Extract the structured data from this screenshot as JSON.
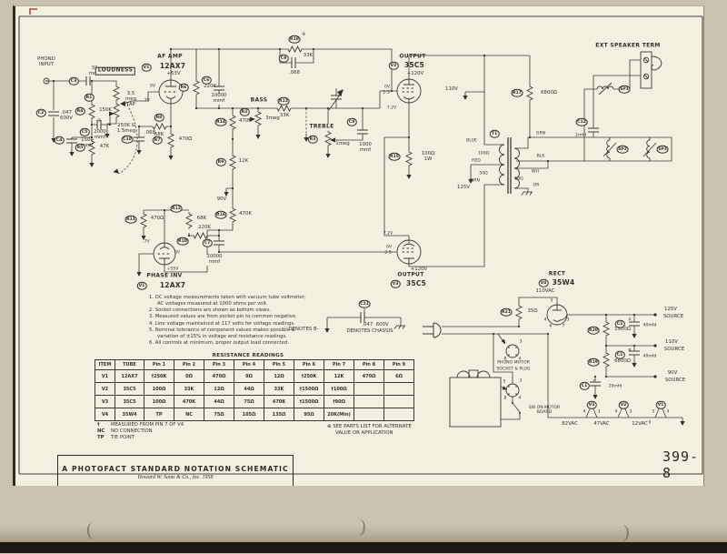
{
  "footer": {
    "title": "A PHOTOFACT STANDARD NOTATION SCHEMATIC",
    "subtitle": "Howard W. Sams & Co., Inc. 1958",
    "part_number": "399-8"
  },
  "notes": [
    "1.  DC voltage measurements taken with vacuum tube voltmeter; AC voltages measured at 1000 ohms per volt.",
    "2.  Socket connections are shown as bottom views.",
    "3.  Measured values are from socket pin to common negative.",
    "4.  Line voltage maintained at 117 volts for voltage readings.",
    "5.  Nominal tolerance of component values makes possible a variation of ±15% in voltage and resistance readings.",
    "6.  All controls at minimum, proper output load connected."
  ],
  "table": {
    "title": "RESISTANCE READINGS",
    "headers": [
      "ITEM",
      "TUBE",
      "Pin 1",
      "Pin 2",
      "Pin 3",
      "Pin 4",
      "Pin 5",
      "Pin 6",
      "Pin 7",
      "Pin 8",
      "Pin 9"
    ],
    "rows": [
      {
        "item": "V1",
        "tube": "12AX7",
        "pins": [
          "†250K",
          "0Ω",
          "470Ω",
          "0Ω",
          "12Ω",
          "†250K",
          "12K",
          "470Ω",
          "6Ω"
        ]
      },
      {
        "item": "V2",
        "tube": "35C5",
        "pins": [
          "100Ω",
          "33K",
          "12Ω",
          "44Ω",
          "33K",
          "†1500Ω",
          "†100Ω",
          "",
          ""
        ]
      },
      {
        "item": "V3",
        "tube": "35C5",
        "pins": [
          "100Ω",
          "470K",
          "44Ω",
          "75Ω",
          "470K",
          "†1500Ω",
          "†90Ω",
          "",
          ""
        ]
      },
      {
        "item": "V4",
        "tube": "35W4",
        "pins": [
          "TP",
          "NC",
          "75Ω",
          "105Ω",
          "135Ω",
          "95Ω",
          "20K(Min)",
          "",
          ""
        ]
      }
    ],
    "footnotes": [
      [
        "†",
        "MEASURED FROM PIN 7 OF V4"
      ],
      [
        "NC",
        "NO CONNECTION"
      ],
      [
        "TP",
        "TIE POINT"
      ]
    ]
  },
  "labels": [
    [
      "PHONO\nINPUT",
      48,
      68,
      "xs"
    ],
    [
      "33\nmmf",
      101,
      78,
      "xs"
    ],
    [
      "LOUDNESS",
      124,
      77,
      "s box"
    ],
    [
      "3.5\nmeg\nTAP",
      141,
      109,
      "xs"
    ],
    [
      "⊕",
      106,
      132,
      "t"
    ],
    [
      "250K &\n1.5meg",
      136,
      141,
      "xs"
    ],
    [
      ".047\n600V",
      70,
      127,
      "xs"
    ],
    [
      "150K",
      113,
      121,
      "xs"
    ],
    [
      "2000\nmmf",
      107,
      148,
      "xs"
    ],
    [
      "1500\nmmf",
      93,
      157,
      "xs"
    ],
    [
      "47K",
      112,
      161,
      "xs"
    ],
    [
      "AF AMP",
      184,
      62,
      "s"
    ],
    [
      "12AX7",
      187,
      72,
      "b"
    ],
    [
      "+53V",
      188,
      81,
      "xs"
    ],
    [
      "0V",
      165,
      94,
      "t"
    ],
    [
      ".7V",
      158,
      110,
      "t"
    ],
    [
      "220K",
      228,
      95,
      "xs"
    ],
    [
      "10000\nmmf",
      238,
      108,
      "xs bg"
    ],
    [
      "68K",
      172,
      148,
      "xs"
    ],
    [
      ".068",
      162,
      146,
      "xs"
    ],
    [
      "470Ω",
      201,
      153,
      "xs"
    ],
    [
      "470Ω",
      170,
      240,
      "xs"
    ],
    [
      "68K",
      219,
      240,
      "xs"
    ],
    [
      "220K",
      222,
      250,
      "xs"
    ],
    [
      "90V",
      241,
      219,
      "xs"
    ],
    [
      "12K",
      265,
      177,
      "xs"
    ],
    [
      "470K",
      267,
      133,
      "xs"
    ],
    [
      "470K",
      267,
      235,
      "xs"
    ],
    [
      "10000\nmmf",
      233,
      285,
      "xs bg"
    ],
    [
      ".7V",
      158,
      265,
      "t"
    ],
    [
      "0V",
      192,
      277,
      "t"
    ],
    [
      "+55V",
      187,
      295,
      "t"
    ],
    [
      "PHASE INV",
      178,
      303,
      "s"
    ],
    [
      "12AX7",
      187,
      313,
      "b"
    ],
    [
      "⊕",
      331,
      37,
      "t"
    ],
    [
      "33K",
      336,
      61,
      "xs"
    ],
    [
      ".068",
      321,
      80,
      "xs"
    ],
    [
      "BASS",
      282,
      110,
      "s"
    ],
    [
      "3meg",
      297,
      130,
      "xs"
    ],
    [
      "33K",
      310,
      127,
      "xs bg"
    ],
    [
      "TREBLE",
      351,
      139,
      "s bg"
    ],
    [
      "1meg",
      374,
      158,
      "xs"
    ],
    [
      "1000\nmmf",
      399,
      162,
      "xs"
    ],
    [
      "OUTPUT",
      451,
      62,
      "s"
    ],
    [
      "35C5",
      453,
      71,
      "b"
    ],
    [
      "+120V",
      454,
      81,
      "xs"
    ],
    [
      "0V",
      423,
      95,
      "t"
    ],
    [
      "2-5",
      422,
      101,
      "t"
    ],
    [
      "7.2V",
      428,
      118,
      "t"
    ],
    [
      "110V",
      494,
      98,
      "xs"
    ],
    [
      "100Ω\n1W",
      468,
      172,
      "xs"
    ],
    [
      "7.2V",
      424,
      256,
      "t"
    ],
    [
      "0V",
      425,
      271,
      "t"
    ],
    [
      "2-5",
      424,
      277,
      "t"
    ],
    [
      "+120V",
      458,
      296,
      "xs bg"
    ],
    [
      "OUTPUT",
      449,
      302,
      "s"
    ],
    [
      "35C5",
      455,
      311,
      "b"
    ],
    [
      "6800Ω",
      601,
      102,
      "xs"
    ],
    [
      "BLUE",
      516,
      154,
      "t"
    ],
    [
      "100Ω",
      529,
      168,
      "t"
    ],
    [
      "RED",
      521,
      176,
      "t"
    ],
    [
      "50Ω",
      529,
      190,
      "t"
    ],
    [
      "BRN",
      520,
      198,
      "t"
    ],
    [
      "125V",
      507,
      206,
      "xs"
    ],
    [
      "GRN",
      592,
      146,
      "t"
    ],
    [
      "BLK",
      592,
      171,
      "t"
    ],
    [
      "WH",
      586,
      188,
      "t"
    ],
    [
      "10Ω",
      568,
      196,
      "t"
    ],
    [
      "OR",
      587,
      203,
      "t"
    ],
    [
      "EXT SPEAKER TERM",
      688,
      50,
      "s"
    ],
    [
      "2mfd",
      636,
      148,
      "t"
    ],
    [
      "RECT",
      610,
      301,
      "s"
    ],
    [
      "35W4",
      617,
      310,
      "b"
    ],
    [
      "110VAC",
      597,
      320,
      "xs"
    ],
    [
      "35Ω",
      583,
      342,
      "xs"
    ],
    [
      "1500Ω",
      682,
      362,
      "xs"
    ],
    [
      "6800Ω",
      682,
      397,
      "xs"
    ],
    [
      "40mfd",
      712,
      357,
      "t"
    ],
    [
      "40mfd",
      712,
      391,
      "t"
    ],
    [
      "20mfd",
      674,
      424,
      "t"
    ],
    [
      "A",
      690,
      351,
      "t"
    ],
    [
      "B",
      690,
      385,
      "t"
    ],
    [
      "C",
      651,
      419,
      "t"
    ],
    [
      "125V",
      735,
      340,
      "xs"
    ],
    [
      "SOURCE",
      738,
      348,
      "xs"
    ],
    [
      "110V",
      736,
      376,
      "xs"
    ],
    [
      "SOURCE",
      739,
      384,
      "xs"
    ],
    [
      "90V",
      737,
      410,
      "xs"
    ],
    [
      "SOURCE",
      740,
      418,
      "xs"
    ],
    [
      "82VAC",
      624,
      466,
      "xs"
    ],
    [
      "47VAC",
      659,
      466,
      "xs"
    ],
    [
      "12VAC",
      701,
      466,
      "xs"
    ],
    [
      "4",
      640,
      452,
      "t"
    ],
    [
      "3",
      656,
      452,
      "t"
    ],
    [
      "4",
      675,
      452,
      "t"
    ],
    [
      "3",
      691,
      452,
      "t"
    ],
    [
      "5",
      716,
      452,
      "t"
    ],
    [
      "4",
      732,
      452,
      "t"
    ],
    [
      "9",
      712,
      464,
      "t"
    ],
    [
      "5",
      604,
      330,
      "t"
    ],
    [
      "4",
      597,
      351,
      "t"
    ],
    [
      "6",
      603,
      358,
      "t"
    ],
    [
      "3",
      622,
      351,
      "t"
    ],
    [
      "7",
      617,
      358,
      "t"
    ],
    [
      "PHONO MOTOR",
      562,
      398,
      "t"
    ],
    [
      "SOCKET & PLUG",
      562,
      405,
      "t"
    ],
    [
      "SW ON MOTOR\nBOARD",
      596,
      450,
      "t"
    ],
    [
      "5",
      552,
      376,
      "t"
    ],
    [
      "3",
      570,
      375,
      "t"
    ],
    [
      "8",
      553,
      394,
      "t"
    ],
    [
      "4",
      569,
      394,
      "t"
    ],
    [
      "5",
      552,
      419,
      "t"
    ],
    [
      "3",
      570,
      418,
      "t"
    ],
    [
      "8",
      553,
      437,
      "t"
    ],
    [
      "4",
      569,
      437,
      "t"
    ],
    [
      ".047  600V",
      410,
      357,
      "xs"
    ],
    [
      "DENOTES B-",
      331,
      362,
      "xs"
    ],
    [
      "DENOTES CHASSIS",
      404,
      364,
      "xs"
    ],
    [
      "⊕ SEE PARTS LIST FOR ALTERNATE",
      357,
      469,
      "xs l"
    ],
    [
      "VALUE OR APPLICATION",
      366,
      476,
      "xs l"
    ]
  ],
  "refs": [
    [
      "C3",
      78,
      88
    ],
    [
      "R1",
      95,
      106
    ],
    [
      "C2",
      42,
      123
    ],
    [
      "R4",
      85,
      121
    ],
    [
      "C5",
      90,
      144
    ],
    [
      "C4",
      62,
      153
    ],
    [
      "R5",
      85,
      161
    ],
    [
      "V1",
      158,
      73
    ],
    [
      "R6",
      199,
      95
    ],
    [
      "R8",
      172,
      128
    ],
    [
      "C6",
      224,
      87
    ],
    [
      "C10",
      137,
      152
    ],
    [
      "R7",
      170,
      153
    ],
    [
      "R11",
      141,
      240
    ],
    [
      "R12",
      191,
      228
    ],
    [
      "R10",
      198,
      264
    ],
    [
      "C7",
      225,
      266
    ],
    [
      "R16",
      240,
      235
    ],
    [
      "R9",
      240,
      177
    ],
    [
      "R14",
      240,
      133
    ],
    [
      "V1",
      153,
      313
    ],
    [
      "R18",
      321,
      42
    ],
    [
      "C9",
      309,
      63
    ],
    [
      "R2",
      266,
      122
    ],
    [
      "R13",
      309,
      110
    ],
    [
      "R3",
      341,
      152
    ],
    [
      "C8",
      384,
      133
    ],
    [
      "V2",
      430,
      71
    ],
    [
      "R15",
      431,
      171
    ],
    [
      "V3",
      432,
      311
    ],
    [
      "R17",
      566,
      101
    ],
    [
      "T1",
      541,
      146
    ],
    [
      "SP1",
      684,
      97
    ],
    [
      "SP2",
      682,
      163
    ],
    [
      "SP3",
      726,
      163
    ],
    [
      "C12",
      637,
      133
    ],
    [
      "V4",
      595,
      310
    ],
    [
      "R21",
      554,
      342
    ],
    [
      "R20",
      650,
      362
    ],
    [
      "R19",
      650,
      397
    ],
    [
      "C1",
      679,
      355
    ],
    [
      "C1",
      679,
      389
    ],
    [
      "C1",
      640,
      423
    ],
    [
      "C11",
      398,
      333
    ],
    [
      "V3",
      648,
      444
    ],
    [
      "V2",
      683,
      444
    ],
    [
      "V1",
      724,
      444
    ]
  ]
}
